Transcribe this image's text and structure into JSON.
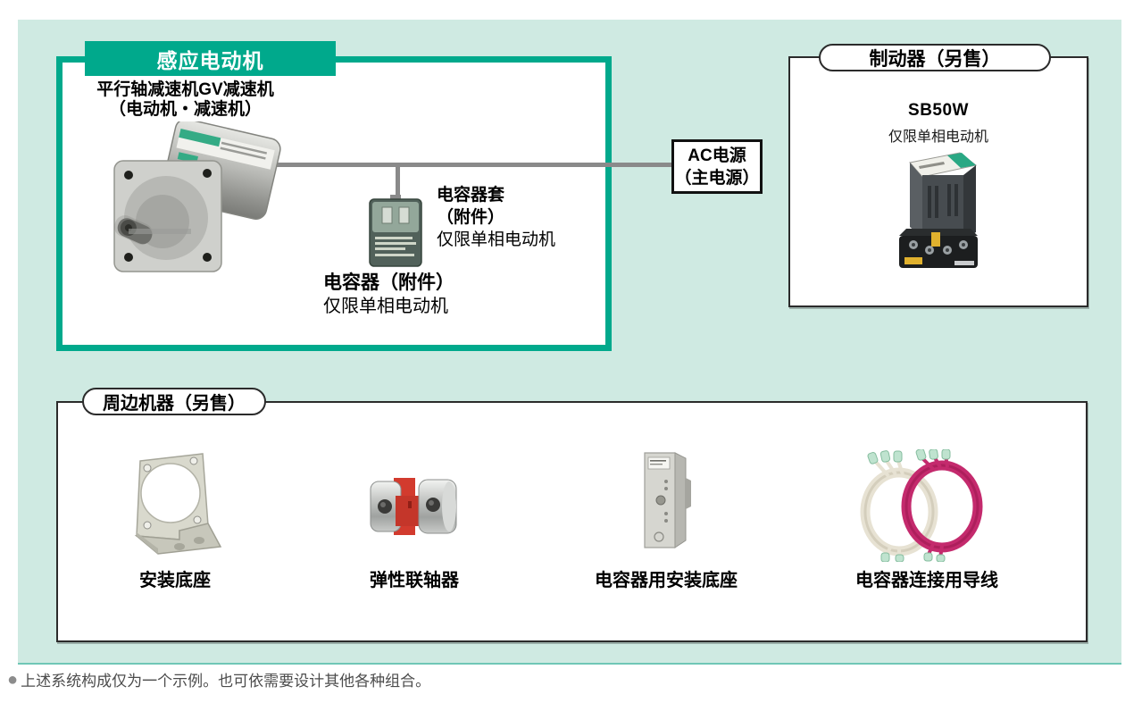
{
  "colors": {
    "green": "#00a98c",
    "mint": "#cfeae2",
    "line_gray": "#8a8a8a"
  },
  "main_box": {
    "header": "感应电动机",
    "motor_caption_line1": "平行轴减速机GV减速机",
    "motor_caption_line2": "（电动机・减速机）",
    "capacitor_cover": {
      "line1": "电容器套",
      "line2": "（附件）",
      "line3": "仅限单相电动机"
    },
    "capacitor": {
      "line1": "电容器（附件）",
      "line2": "仅限单相电动机"
    }
  },
  "ac_power": {
    "line1": "AC电源",
    "line2": "（主电源）"
  },
  "brake_box": {
    "title": "制动器（另售）",
    "model": "SB50W",
    "note": "仅限单相电动机"
  },
  "peripherals_box": {
    "title": "周边机器（另售）",
    "items": [
      {
        "label": "安装底座"
      },
      {
        "label": "弹性联轴器"
      },
      {
        "label": "电容器用安装底座"
      },
      {
        "label": "电容器连接用导线"
      }
    ]
  },
  "footnote": {
    "bullet": "●",
    "text": "上述系统构成仅为一个示例。也可依需要设计其他各种组合。"
  }
}
